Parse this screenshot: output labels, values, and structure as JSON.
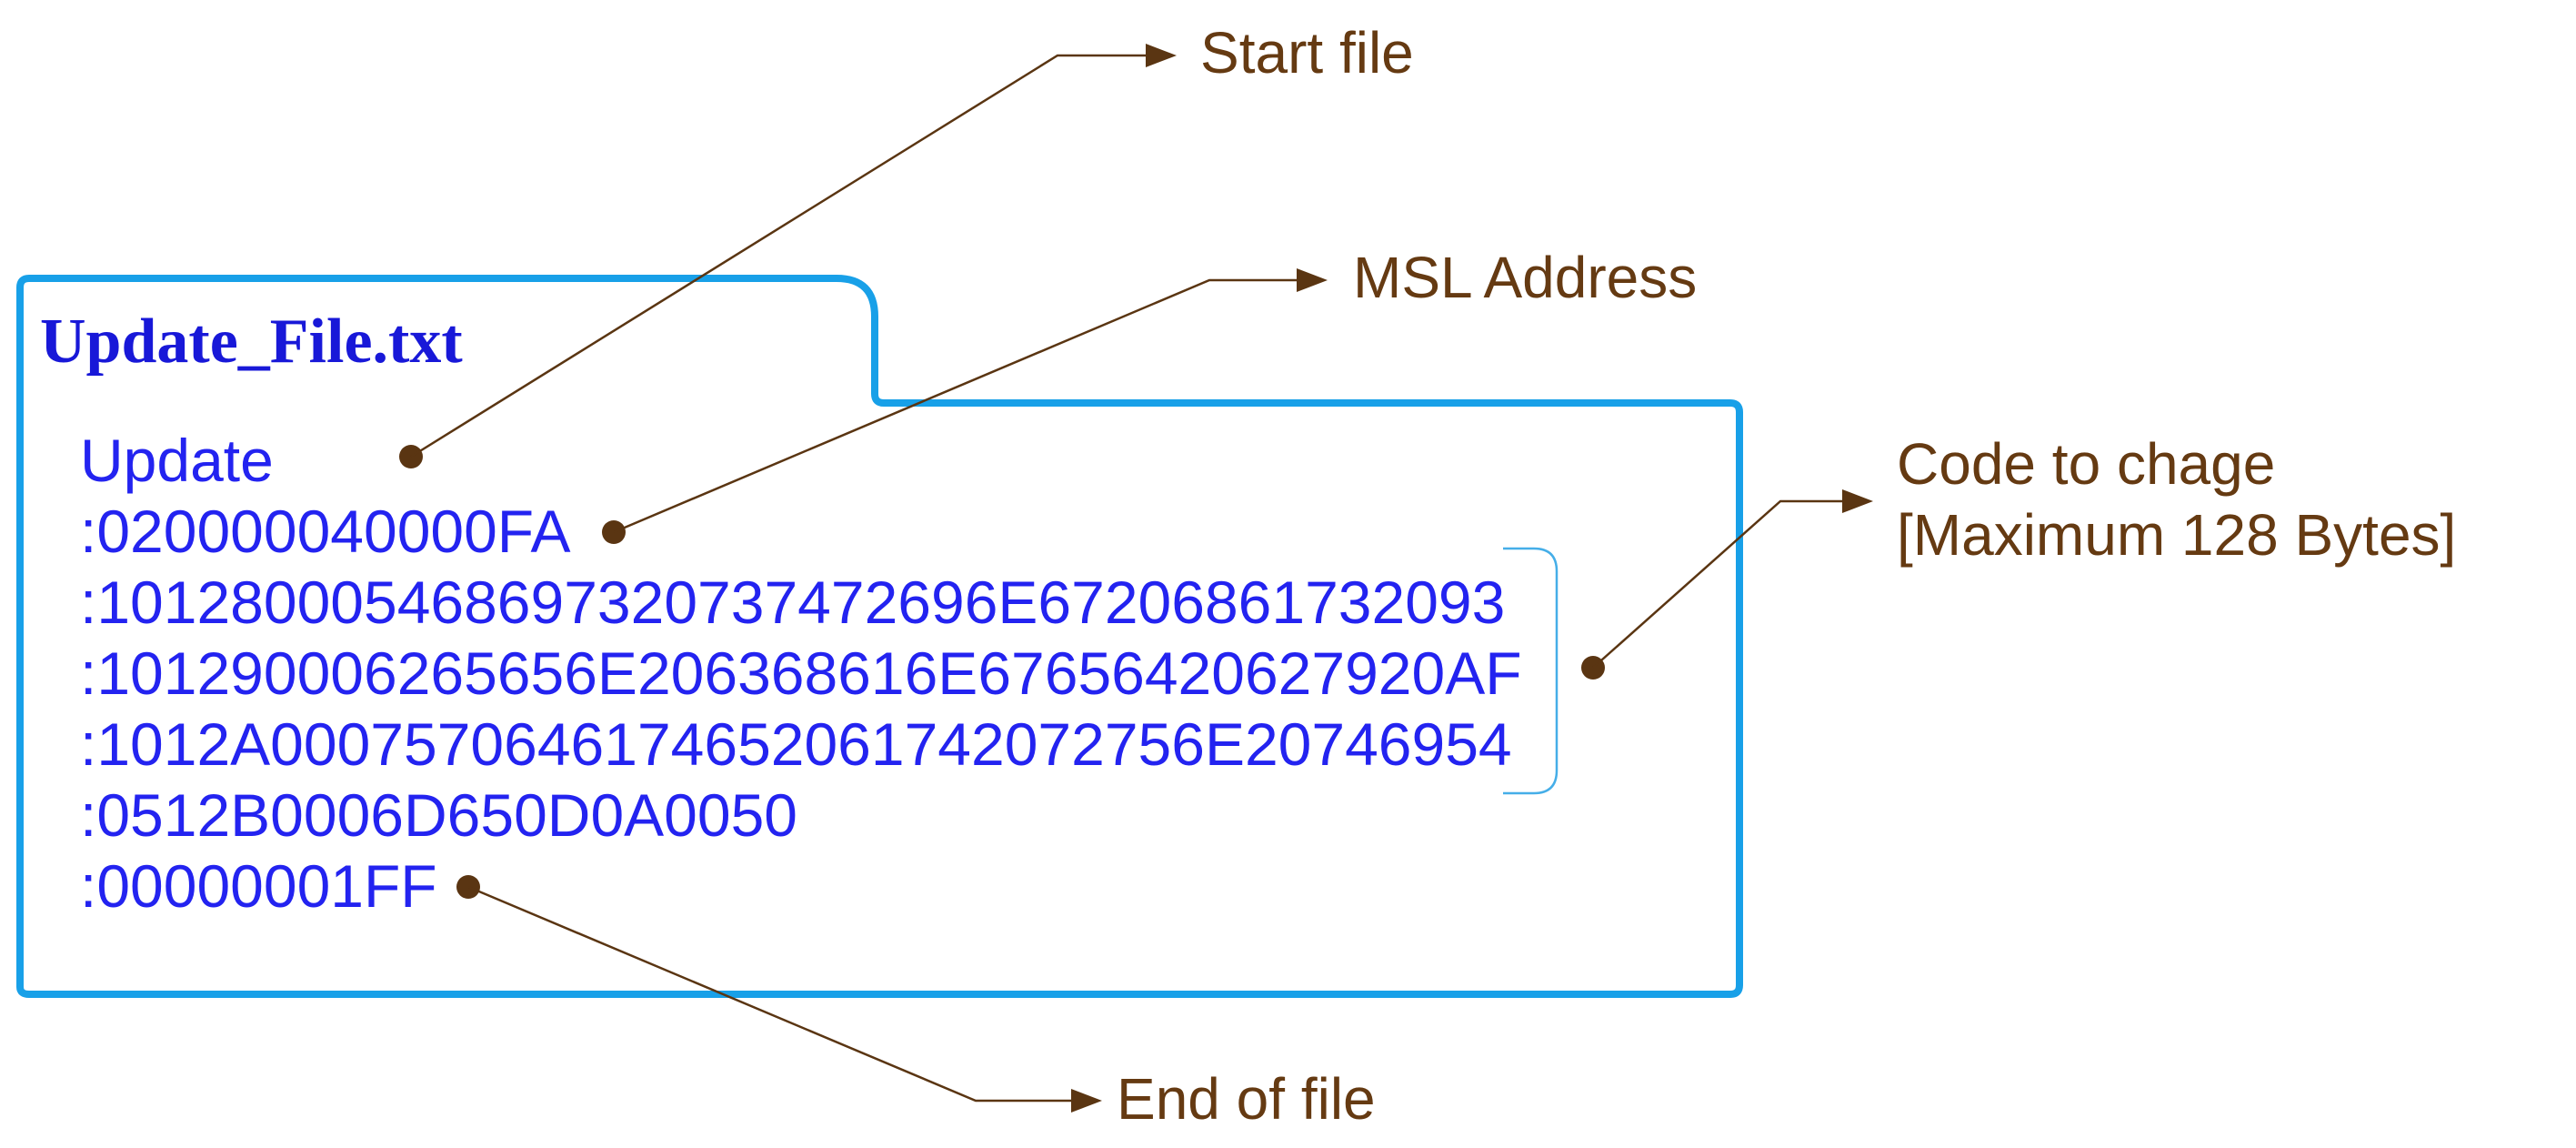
{
  "colors": {
    "folder_border": "#18A0E8",
    "bracket": "#45AEE8",
    "title_text": "#1818D8",
    "body_text": "#2323F0",
    "annotation_text": "#653A12",
    "connector": "#5A3512"
  },
  "file": {
    "title": "Update_File.txt",
    "lines": [
      "Update",
      ":020000040000FA",
      ":101280005468697320737472696E67206861732093",
      ":101290006265656E206368616E67656420627920AF",
      ":1012A0007570646174652061742072756E20746954",
      ":0512B0006D650D0A0050",
      ":00000001FF"
    ]
  },
  "annotations": {
    "start_file": "Start file",
    "msl_address": "MSL Address",
    "code_to_change_line1": "Code to chage",
    "code_to_change_line2": "[Maximum 128 Bytes]",
    "end_of_file": "End of file"
  }
}
